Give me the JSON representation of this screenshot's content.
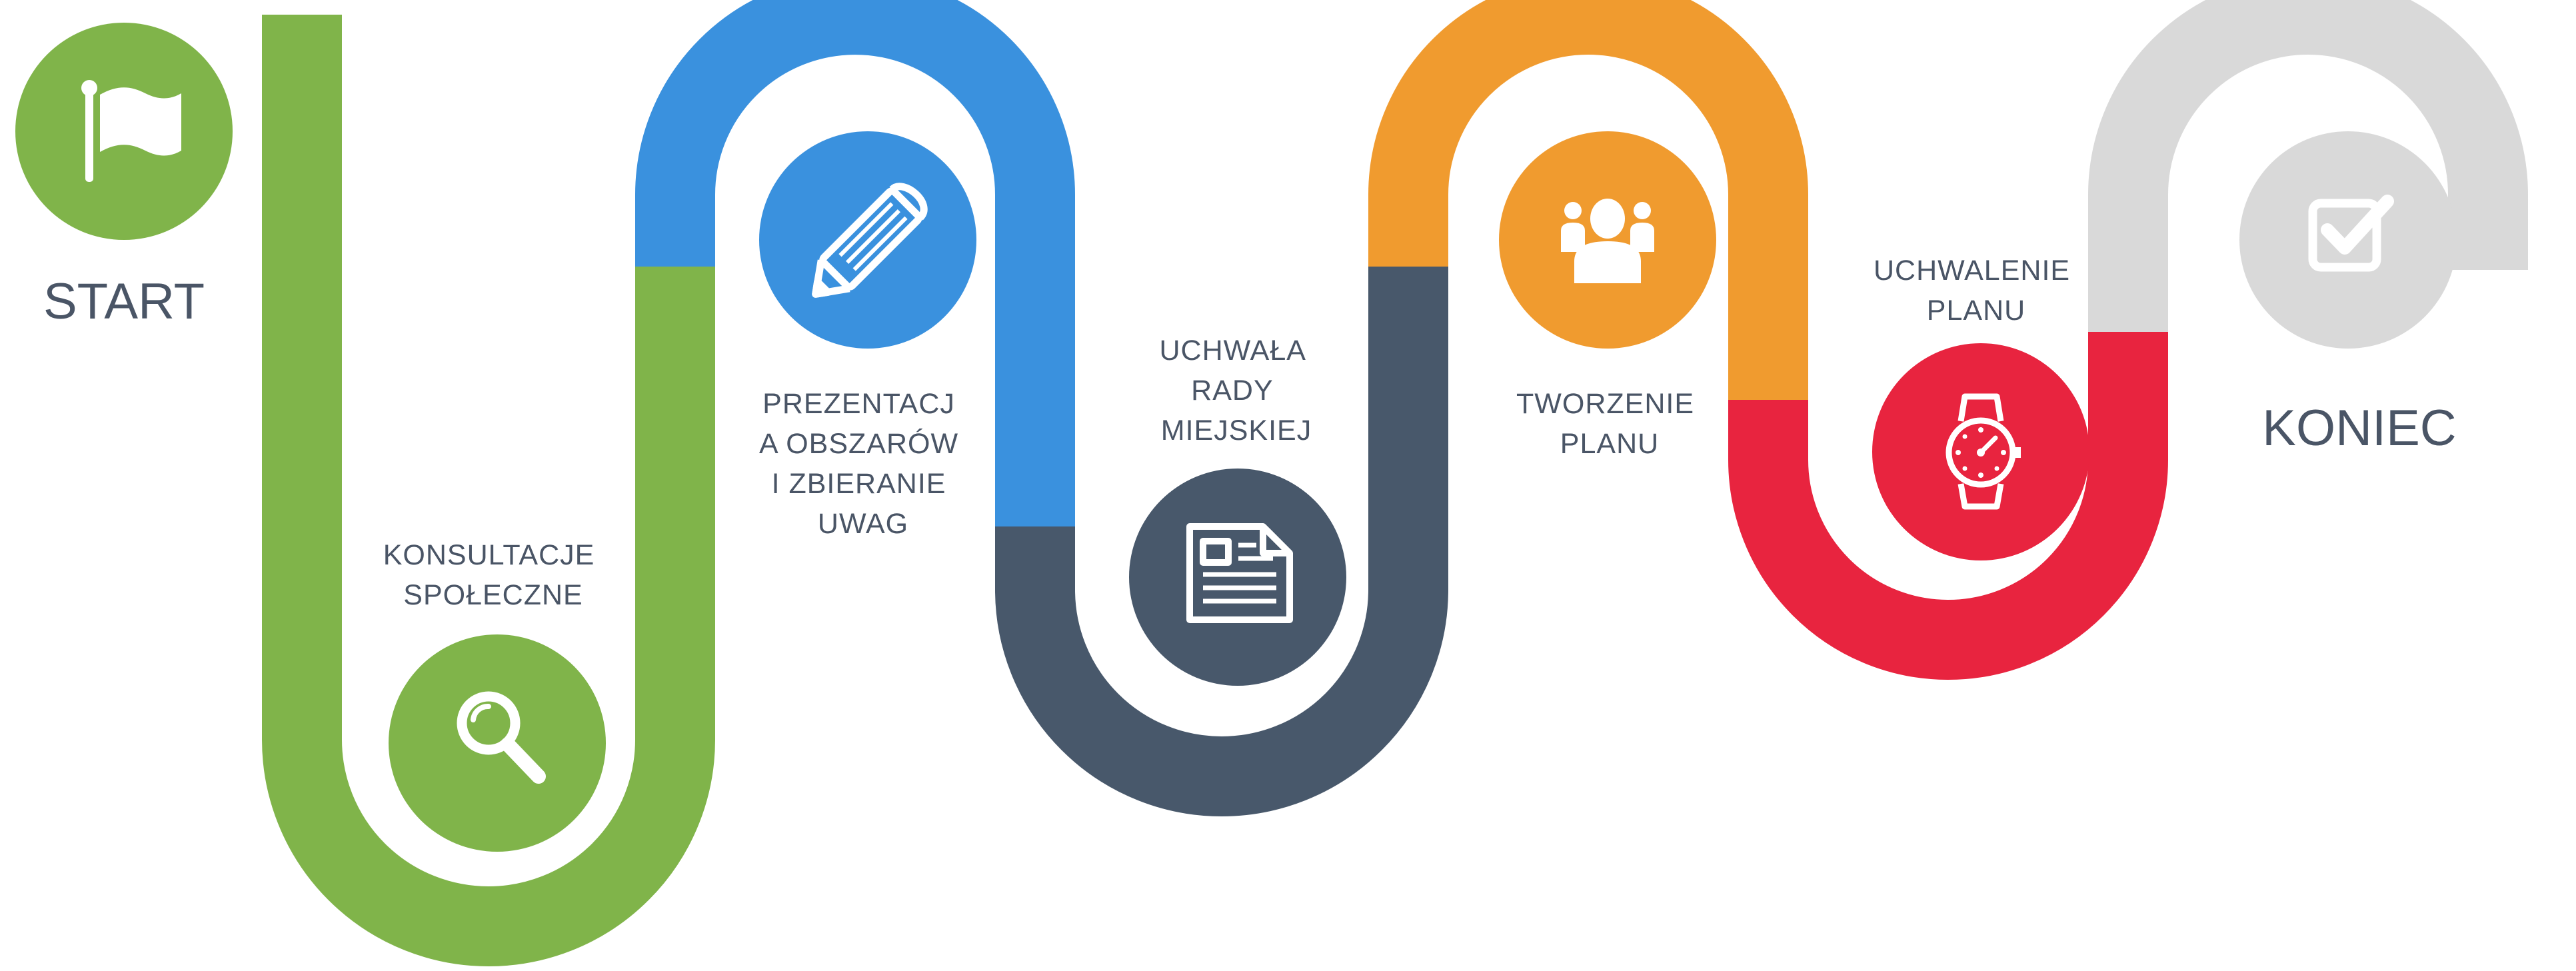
{
  "start_label": "START",
  "end_label": "KONIEC",
  "steps": [
    {
      "lines": [
        "KONSULTACJE",
        "SPOŁECZNE"
      ],
      "icon": "magnifier-icon",
      "color": "#80b44a"
    },
    {
      "lines": [
        "PREZENTACJ",
        "A OBSZARÓW",
        "I ZBIERANIE",
        "UWAG"
      ],
      "icon": "pencil-icon",
      "color": "#3a91de"
    },
    {
      "lines": [
        "UCHWAŁA",
        "RADY",
        "MIEJSKIEJ"
      ],
      "icon": "document-icon",
      "color": "#48586b"
    },
    {
      "lines": [
        "TWORZENIE",
        "PLANU"
      ],
      "icon": "people-icon",
      "color": "#f09b2f"
    },
    {
      "lines": [
        "UCHWALENIE",
        "PLANU"
      ],
      "icon": "watch-icon",
      "color": "#e8243f"
    }
  ],
  "start_icon": "flag-icon",
  "end_icon": "checkbox-icon",
  "colors": {
    "green": "#80b44a",
    "blue": "#3a91de",
    "slate": "#48586b",
    "orange": "#f09b2f",
    "red": "#e8243f",
    "grey": "#d9d9d9",
    "text": "#4a5566"
  }
}
